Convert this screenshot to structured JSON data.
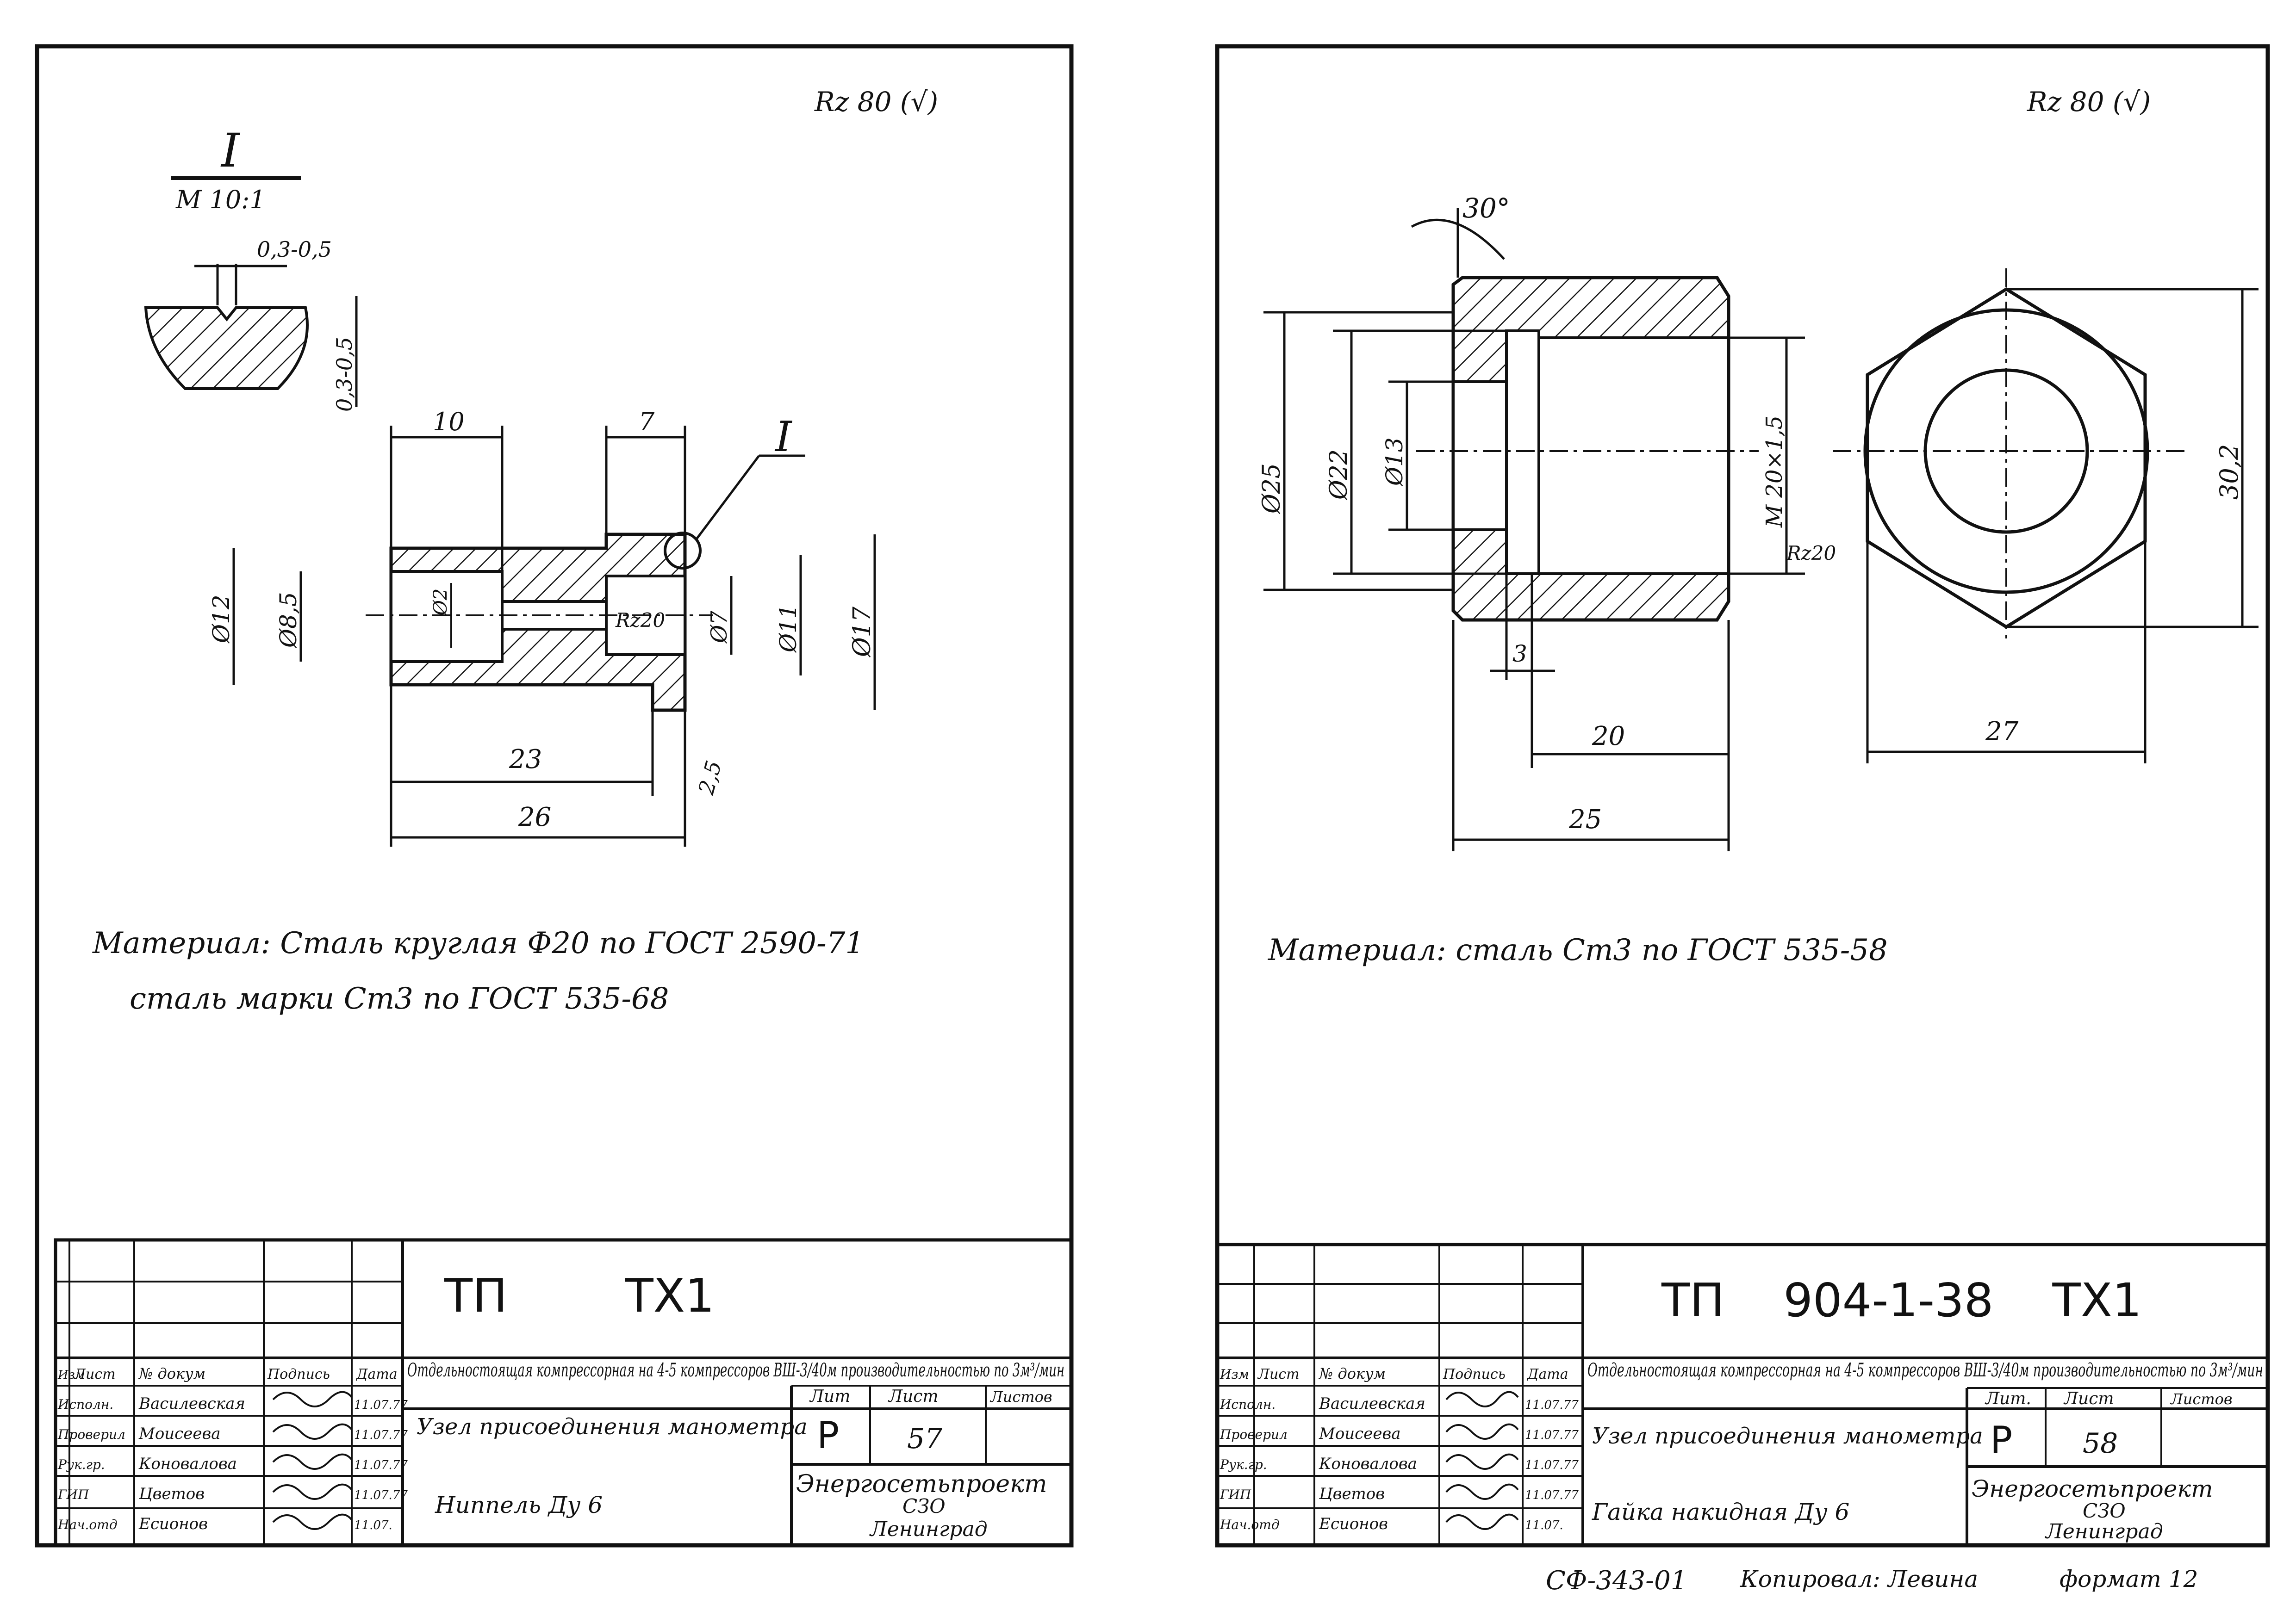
{
  "sheet_left": {
    "roughness": "Rz 80 (√)",
    "detail_view": {
      "marker": "I",
      "scale": "M 10:1",
      "dim_width": "0,3-0,5",
      "dim_depth": "0,3-0,5"
    },
    "dims": {
      "top_left": "10",
      "top_right": "7",
      "callout": "I",
      "d12": "Ø12",
      "d85": "Ø8,5",
      "d2": "Ø2",
      "rz20": "Rz20",
      "d7": "Ø7",
      "d11": "Ø11",
      "d17": "Ø17",
      "len23": "23",
      "len26": "26",
      "c25": "2,5"
    },
    "material_line1": "Материал: Сталь круглая Ф20 по ГОСТ 2590-71",
    "material_line2": "сталь марки Ст3 по ГОСТ 535-68",
    "title_block": {
      "code": "ТП        ТХ1",
      "project": "Отдельностоящая компрессорная на 4-5 компрессоров ВШ-3/40м производительностью по 3м³/мин",
      "assembly": "Узел присоединения манометра",
      "part": "Ниппель Ду 6",
      "org_line1": "Энергосетьпроект",
      "org_line2": "СЗО",
      "org_line3": "Ленинград",
      "lit_label": "Лит",
      "sheet_label": "Лист",
      "sheets_label": "Листов",
      "lit_value": "Р",
      "sheet_value": "57",
      "header_cols": [
        "Изм",
        "Лист",
        "№ докум",
        "Подпись",
        "Дата"
      ],
      "rows": [
        {
          "role": "Исполн.",
          "name": "Василевская",
          "date": "11.07.77"
        },
        {
          "role": "Проверил",
          "name": "Моисеева",
          "date": "11.07.77"
        },
        {
          "role": "Рук.гр.",
          "name": "Коновалова",
          "date": "11.07.77"
        },
        {
          "role": "ГИП",
          "name": "Цветов",
          "date": "11.07.77"
        },
        {
          "role": "Нач.отд",
          "name": "Есионов",
          "date": "11.07."
        }
      ]
    }
  },
  "sheet_right": {
    "roughness": "Rz 80 (√)",
    "dims": {
      "angle": "30°",
      "d25": "Ø25",
      "d22": "Ø22",
      "d13": "Ø13",
      "thread": "M 20×1,5",
      "rz20": "Rz20",
      "d302": "30,2",
      "len3": "3",
      "len20": "20",
      "len25": "25",
      "len27": "27"
    },
    "material": "Материал: сталь Ст3 по ГОСТ 535-58",
    "title_block": {
      "code": "ТП    904-1-38    ТХ1",
      "project": "Отдельностоящая компрессорная на 4-5 компрессоров ВШ-3/40м производительностью по 3м³/мин",
      "assembly": "Узел присоединения манометра",
      "part": "Гайка накидная Ду 6",
      "org_line1": "Энергосетьпроект",
      "org_line2": "СЗО",
      "org_line3": "Ленинград",
      "lit_label": "Лит.",
      "sheet_label": "Лист",
      "sheets_label": "Листов",
      "lit_value": "Р",
      "sheet_value": "58",
      "header_cols": [
        "Изм",
        "Лист",
        "№ докум",
        "Подпись",
        "Дата"
      ],
      "rows": [
        {
          "role": "Исполн.",
          "name": "Василевская",
          "date": "11.07.77"
        },
        {
          "role": "Проверил",
          "name": "Моисеева",
          "date": "11.07.77"
        },
        {
          "role": "Рук.гр.",
          "name": "Коновалова",
          "date": "11.07.77"
        },
        {
          "role": "ГИП",
          "name": "Цветов",
          "date": "11.07.77"
        },
        {
          "role": "Нач.отд",
          "name": "Есионов",
          "date": "11.07."
        }
      ]
    }
  },
  "footer": {
    "code": "СФ-343-01",
    "copied": "Копировал: Левина",
    "format": "формат 12"
  }
}
